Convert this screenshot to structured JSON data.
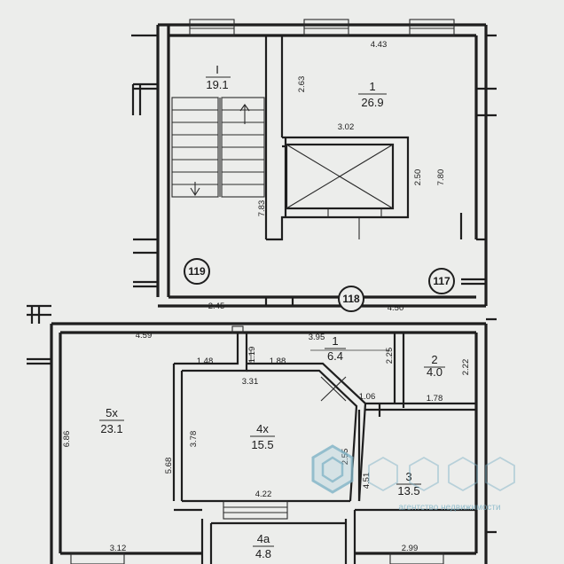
{
  "rooms": [
    {
      "id": "room-I",
      "number": "I",
      "area": "19.1"
    },
    {
      "id": "room-1-top",
      "number": "1",
      "area": "26.9"
    },
    {
      "id": "room-1-hall",
      "number": "1",
      "area": "6.4"
    },
    {
      "id": "room-2",
      "number": "2",
      "area": "4.0"
    },
    {
      "id": "room-5x",
      "number": "5х",
      "area": "23.1"
    },
    {
      "id": "room-4x",
      "number": "4х",
      "area": "15.5"
    },
    {
      "id": "room-3",
      "number": "3",
      "area": "13.5"
    },
    {
      "id": "room-4a",
      "number": "4а",
      "area": "4.8"
    }
  ],
  "dimensions": {
    "d443": "4.43",
    "d263": "2.63",
    "d302": "3.02",
    "d250": "2.50",
    "d780": "7.80",
    "d783": "7.83",
    "d245": "2.45",
    "d450": "4.50",
    "d459": "4.59",
    "d395": "3.95",
    "d225": "2.25",
    "d222": "2.22",
    "d148": "1.48",
    "d119": "1.19",
    "d188": "1.88",
    "d331": "3.31",
    "d106": "1.06",
    "d178": "1.78",
    "d686": "6.86",
    "d378": "3.78",
    "d568": "5.68",
    "d255": "2.55",
    "d451": "4.51",
    "d422": "4.22",
    "d312": "3.12",
    "d299": "2.99"
  },
  "markers": {
    "m119": "119",
    "m118": "118",
    "m117": "117"
  },
  "watermark": {
    "text": "агентство недвижимости",
    "brand_color": "#7fb3c6"
  }
}
